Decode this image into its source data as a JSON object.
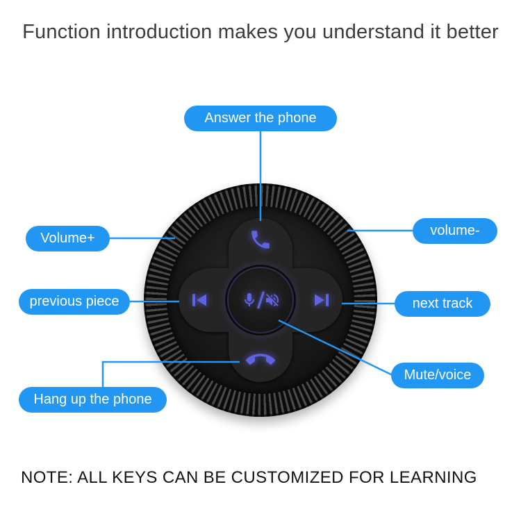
{
  "title": "Function introduction makes you understand it better",
  "note": "NOTE: ALL KEYS CAN BE CUSTOMIZED FOR LEARNING",
  "colors": {
    "accent": "#2196f3",
    "icon": "#5f63e0",
    "title_text": "#3b3b3b",
    "note_text": "#111111"
  },
  "callouts": {
    "answer": {
      "label": "Answer the phone"
    },
    "volume_up": {
      "label": "Volume+"
    },
    "volume_down": {
      "label": "volume-"
    },
    "previous": {
      "label": "previous piece"
    },
    "next": {
      "label": "next track"
    },
    "mute": {
      "label": "Mute/voice"
    },
    "hang_up": {
      "label": "Hang up the phone"
    }
  },
  "device": {
    "name": "steering-wheel-media-controller",
    "buttons": [
      {
        "icon": "answer-phone-icon",
        "function": "Answer the phone"
      },
      {
        "icon": "previous-track-icon",
        "function": "previous piece"
      },
      {
        "icon": "mic-mute-icon",
        "function": "Mute/voice"
      },
      {
        "icon": "next-track-icon",
        "function": "next track"
      },
      {
        "icon": "hang-up-phone-icon",
        "function": "Hang up the phone"
      }
    ]
  }
}
